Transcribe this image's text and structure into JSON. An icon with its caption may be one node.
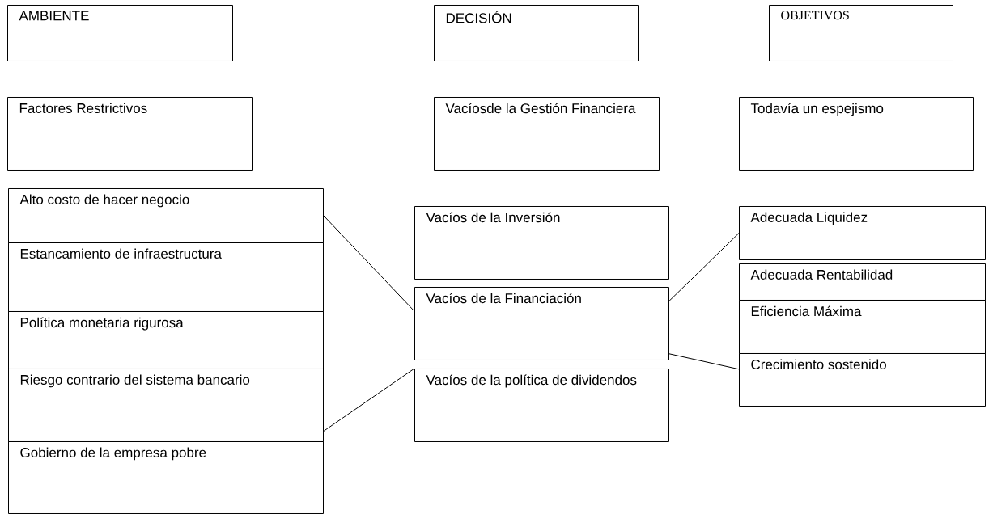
{
  "diagram": {
    "nodes": [
      {
        "text": [
          "AMBIENTE"
        ]
      },
      {
        "text": [
          "DECISIÓN"
        ]
      },
      {
        "text": [
          "OBJETIVOS"
        ]
      },
      {
        "text": [
          "Factores Restrictivos"
        ]
      },
      {
        "text": [
          "Vacíosde la Gestión Financiera"
        ]
      },
      {
        "text": [
          "Todavía un espejismo"
        ]
      },
      {
        "text": [
          "Alto costo de hacer negocio"
        ]
      },
      {
        "text": [
          "Estancamiento de infraestructura"
        ]
      },
      {
        "text": [
          "Política monetaria rigurosa"
        ]
      },
      {
        "text": [
          "Riesgo contrario del sistema bancario"
        ]
      },
      {
        "text": [
          "Gobierno de la empresa pobre"
        ]
      },
      {
        "text": [
          "Vacíos de la Inversión"
        ]
      },
      {
        "text": [
          "Vacíos de la Financiación"
        ]
      },
      {
        "text": [
          "Vacíos de la política de dividendos"
        ]
      },
      {
        "text": [
          "Adecuada Liquidez"
        ]
      },
      {
        "text": [
          "Adecuada Rentabilidad"
        ]
      },
      {
        "text": [
          "Eficiencia Máxima"
        ]
      },
      {
        "text": [
          "Crecimiento sostenido"
        ]
      }
    ],
    "edges": [
      {
        "from": 6,
        "to": 12,
        "arrow": "none"
      },
      {
        "from": 9,
        "to": 13,
        "arrow": "none"
      },
      {
        "from": 12,
        "to": 14,
        "arrow": "none"
      },
      {
        "from": 12,
        "to": 17,
        "arrow": "none"
      }
    ]
  }
}
